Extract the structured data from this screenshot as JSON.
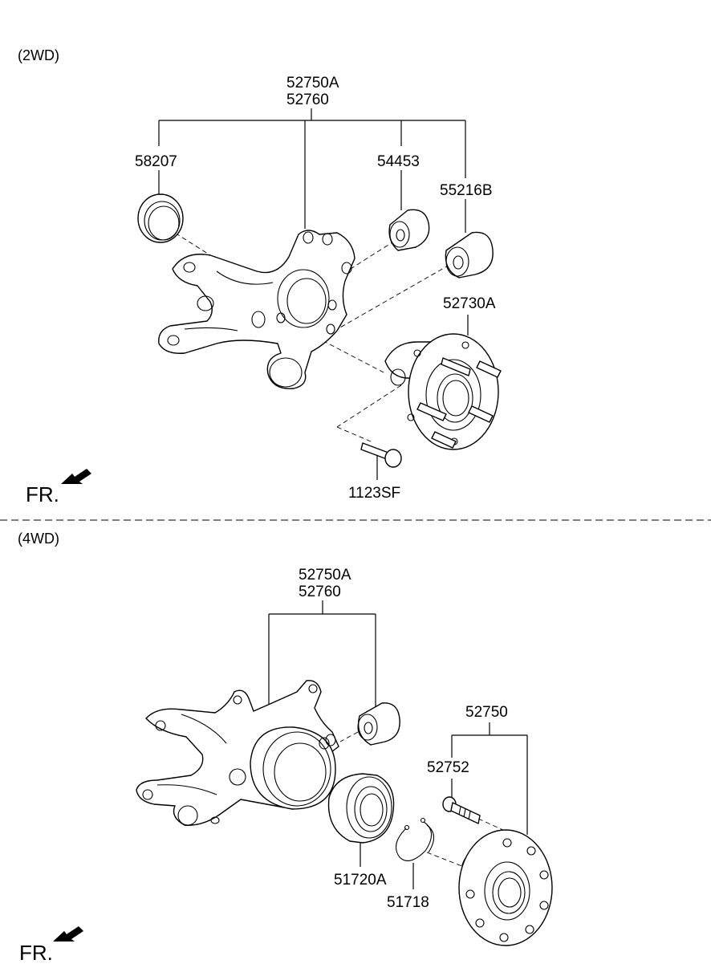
{
  "sections": [
    {
      "title": "(2WD)",
      "labels": {
        "knuckle_a": "52750A",
        "knuckle_b": "52760",
        "dust_cover": "58207",
        "bushing_a": "54453",
        "bushing_b": "55216B",
        "hub": "52730A",
        "bolt": "1123SF"
      },
      "fr": "FR."
    },
    {
      "title": "(4WD)",
      "labels": {
        "knuckle_a": "52750A",
        "knuckle_b": "52760",
        "hub": "52750",
        "hub_bolt": "52752",
        "bearing": "51720A",
        "snap_ring": "51718"
      },
      "fr": "FR."
    }
  ]
}
